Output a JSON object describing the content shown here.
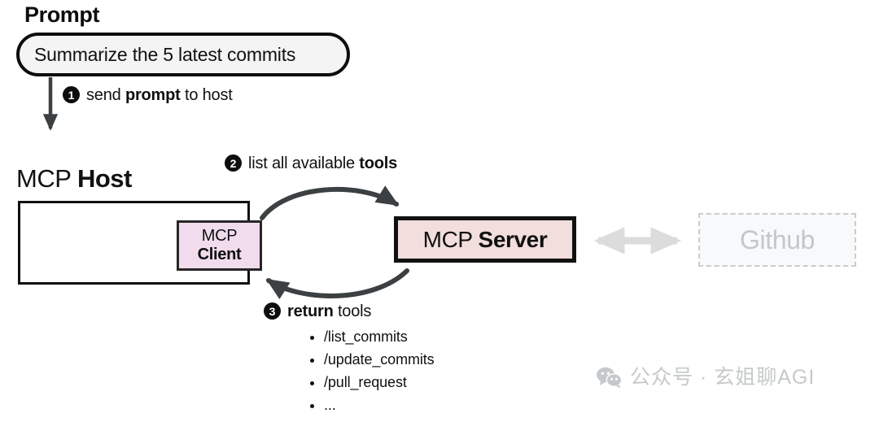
{
  "diagram": {
    "title": "MCP architecture flow",
    "prompt": {
      "heading": "Prompt",
      "value": "Summarize the 5 latest commits"
    },
    "steps": [
      {
        "number": "1",
        "label_plain": "send ",
        "label_bold": "prompt",
        "label_tail": " to host"
      },
      {
        "number": "2",
        "label_plain": "list all available ",
        "label_bold": "tools",
        "label_tail": ""
      },
      {
        "number": "3",
        "label_plain": "",
        "label_bold": "return",
        "label_tail": " tools"
      }
    ],
    "nodes": {
      "host_title_plain": "MCP ",
      "host_title_bold": "Host",
      "client_line1": "MCP",
      "client_line2": "Client",
      "server_plain": "MCP ",
      "server_bold": "Server",
      "external": "Github"
    },
    "tools": [
      "/list_commits",
      "/update_commits",
      "/pull_request",
      "..."
    ],
    "watermark": {
      "icon": "wechat-icon",
      "text": "公众号 · 玄姐聊AGI"
    },
    "colors": {
      "ink": "#111111",
      "prompt_fill": "#f4f4f4",
      "client_fill": "#f1dced",
      "server_fill": "#f2dedc",
      "external_fill": "#f8f9fa",
      "external_stroke": "#c9cdd1",
      "external_text": "#c3c7cb",
      "arrow_dark": "#3c4042",
      "arrow_light": "#dcdcdc",
      "watermark": "#c6c9cb"
    }
  }
}
